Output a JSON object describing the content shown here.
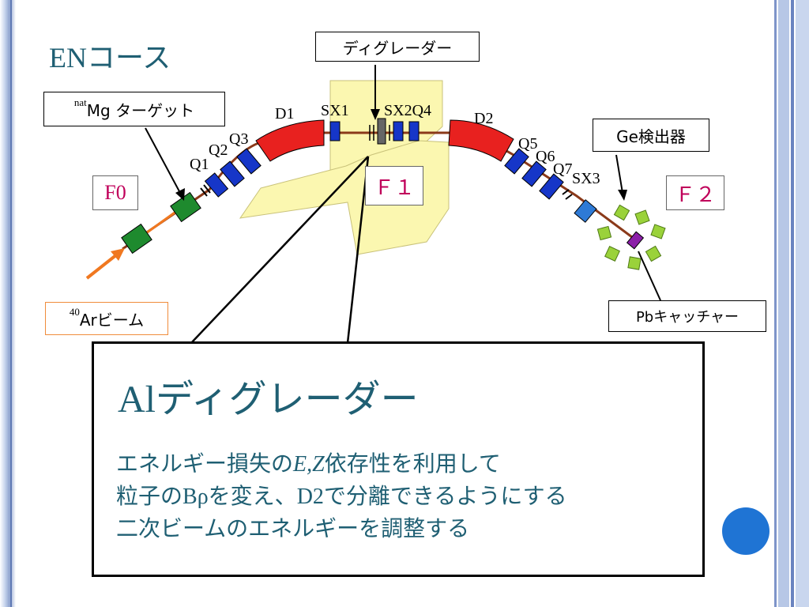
{
  "slide": {
    "title": "ENコース",
    "colors": {
      "title": "#1f5f73",
      "station_label": "#c0005a",
      "dipole": "#e8211f",
      "quad": "#1636c8",
      "arrow": "#f07820",
      "block_green": "#1e8a2e",
      "slit_zone": "#fbf7b0"
    }
  },
  "callouts": {
    "degrader": "ディグレーダー",
    "target_sup": "nat",
    "target_rest": "Mg ターゲット",
    "ge_detector": "Ge検出器",
    "beam_sup": "40",
    "beam_rest": "Arビーム",
    "pb_catcher": "Pbキャッチャー"
  },
  "stations": {
    "f0": "F0",
    "f1": "Ｆ１",
    "f2": "Ｆ２"
  },
  "magnets": {
    "q1": "Q1",
    "q2": "Q2",
    "q3": "Q3",
    "d1": "D1",
    "sx1": "SX1",
    "sx2q4": "SX2Q4",
    "d2": "D2",
    "q5": "Q5",
    "q6": "Q6",
    "q7": "Q7",
    "sx3": "SX3"
  },
  "main_box": {
    "title_al": "Al",
    "title_rest": "ディグレーダー",
    "line1_a": "エネルギー損失の",
    "line1_ez": "E,Z",
    "line1_b": "依存性を利用して",
    "line2_a": "粒子の",
    "line2_brho": "Bρ",
    "line2_b": "を変え、",
    "line2_d2": "D2",
    "line2_c": "で分離できるようにする",
    "line3": "二次ビームのエネルギーを調整する"
  },
  "decor": {
    "circle_icon": "blue-circle-icon"
  }
}
